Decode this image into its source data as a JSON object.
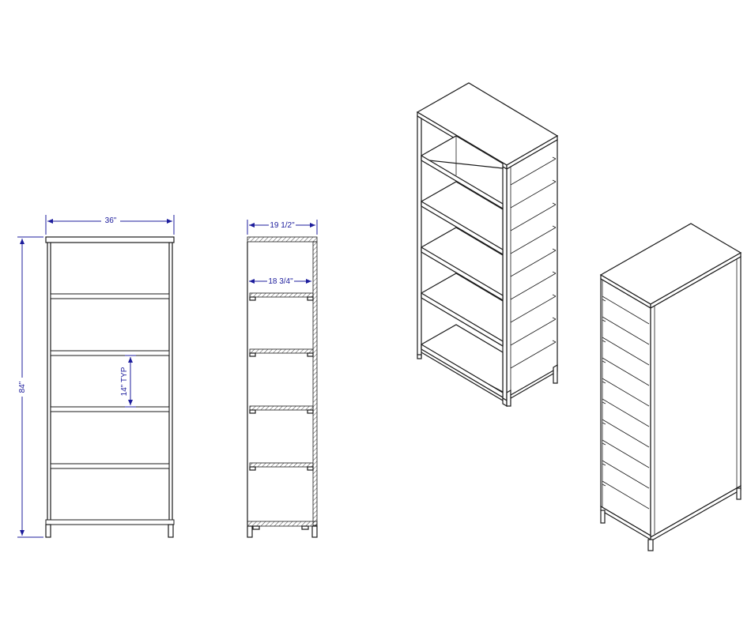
{
  "dimensions": {
    "front_width": "36\"",
    "height": "84\"",
    "shelf_spacing": "14\" TYP",
    "side_depth_outer": "19 1/2\"",
    "side_depth_inner": "18 3/4\""
  },
  "colors": {
    "line": "#1a1a1a",
    "dimension": "#1c1c9c",
    "background": "#ffffff"
  }
}
